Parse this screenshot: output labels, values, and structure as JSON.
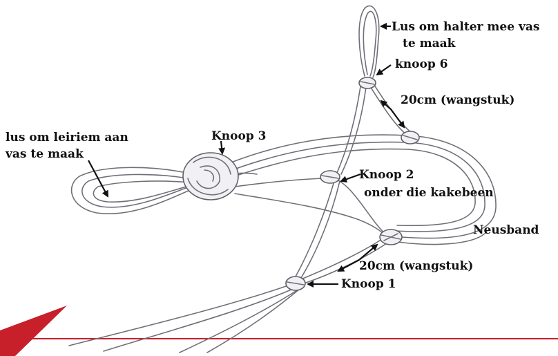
{
  "labels": {
    "lus_halter_line1": "Lus om halter mee vas",
    "lus_halter_line2": "te maak",
    "knoop6": "knoop 6",
    "wangstuk_top": "20cm (wangstuk)",
    "lus_leiriem_line1": "lus om leiriem aan",
    "lus_leiriem_line2": "vas te maak",
    "knoop3": "Knoop 3",
    "knoop2_line1": "Knoop 2",
    "knoop2_line2": "onder die kakebeen",
    "neusband": "Neusband",
    "wangstuk_bottom": "20cm (wangstuk)",
    "knoop1": "Knoop 1"
  },
  "colors": {
    "accent_red": "#c8202a",
    "rope_stroke": "#6f6f78",
    "label_text": "#111111"
  }
}
